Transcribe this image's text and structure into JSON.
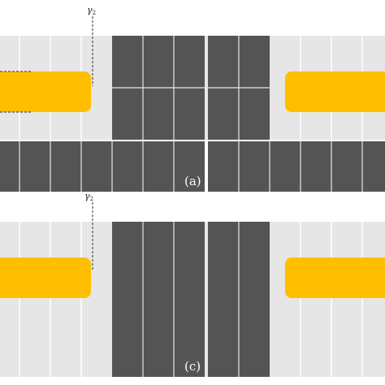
{
  "colors": {
    "background": "#ffffff",
    "lane_light": "#e6e6e6",
    "lane_dark": "#545454",
    "grid_line": "#ffffff",
    "vehicle": "#ffbf00",
    "label_text": "#ffffff",
    "annotation": "#333333"
  },
  "panels": [
    {
      "id": "a",
      "label": "(a)",
      "marker": "γ",
      "marker_sub": "2"
    },
    {
      "id": "c",
      "label": "(c)",
      "marker": "γ",
      "marker_sub": "2"
    }
  ]
}
